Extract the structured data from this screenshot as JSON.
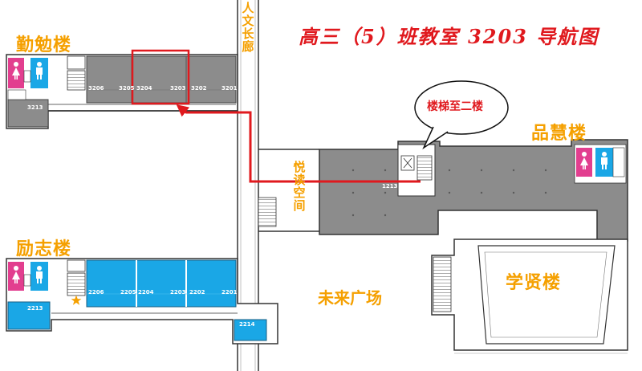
{
  "title": "高三（5）班教室 3203 导航图",
  "callout": "楼梯至二楼",
  "buildings": {
    "qinmian": "勤勉楼",
    "lizhi": "励志楼",
    "pinhui": "品慧楼",
    "xuexian": "学贤楼"
  },
  "corridors": {
    "renwen": "人文长廊",
    "yueyue": "悦读空间"
  },
  "plaza": "未来广场",
  "rooms": {
    "qinmian": [
      "3206",
      "3205",
      "3204",
      "3203",
      "3202",
      "3201",
      "3213"
    ],
    "lizhi": [
      "2206",
      "2205",
      "2204",
      "2203",
      "2202",
      "2201",
      "2213",
      "2214"
    ],
    "pinhui_stair": "1213"
  },
  "target_room": "3203",
  "colors": {
    "route": "#e0191e",
    "label": "#f5a000",
    "blue_room": "#1aa7e6",
    "grey_room": "#8c8c8c",
    "outline": "#333333"
  },
  "icons": [
    "female-restroom-icon",
    "male-restroom-icon",
    "star-icon"
  ]
}
